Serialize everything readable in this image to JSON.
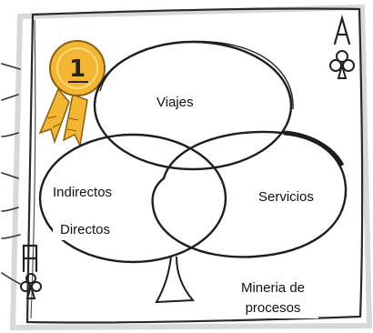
{
  "card": {
    "rank_top": "A",
    "rank_bottom": "A",
    "suit_icon": "club-icon"
  },
  "medal": {
    "number": "1",
    "color": "#f2b632",
    "icon": "medal-icon"
  },
  "circles": {
    "top": {
      "label": "Viajes"
    },
    "left": {
      "label_upper": "Indirectos",
      "label_lower": "Directos"
    },
    "right": {
      "label": "Servicios"
    },
    "stem": {
      "label_line1": "Mineria de",
      "label_line2": "procesos"
    }
  },
  "colors": {
    "ink": "#222222",
    "card_shadow": "#cfcfcf",
    "gold": "#f2b632",
    "gold_dark": "#b9831a"
  }
}
